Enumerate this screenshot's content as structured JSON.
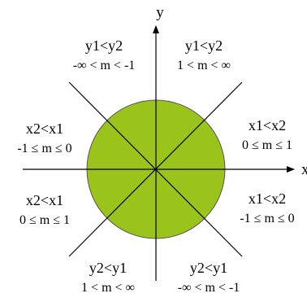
{
  "axes": {
    "x_label": "x",
    "y_label": "y"
  },
  "circle_color": "#9ac31c",
  "line_color": "#000000",
  "octants": [
    {
      "position": "top-left",
      "condition": "y1<y2",
      "range": "-∞ < m < -1"
    },
    {
      "position": "top-right",
      "condition": "y1<y2",
      "range": "1 < m < ∞"
    },
    {
      "position": "right-upper",
      "condition": "x1<x2",
      "range": "0 ≤ m ≤ 1"
    },
    {
      "position": "right-lower",
      "condition": "x1<x2",
      "range": "-1 ≤ m ≤ 0"
    },
    {
      "position": "bottom-right",
      "condition": "y2<y1",
      "range": "-∞ < m < -1"
    },
    {
      "position": "bottom-left",
      "condition": "y2<y1",
      "range": "1 < m < ∞"
    },
    {
      "position": "left-lower",
      "condition": "x2<x1",
      "range": "0 ≤ m ≤ 1"
    },
    {
      "position": "left-upper",
      "condition": "x2<x1",
      "range": "-1 ≤ m ≤ 0"
    }
  ]
}
